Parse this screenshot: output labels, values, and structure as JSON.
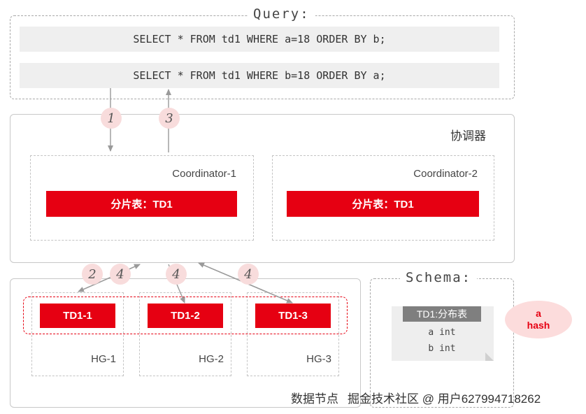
{
  "query": {
    "title": "Query:",
    "sql_1": "SELECT * FROM td1 WHERE a=18 ORDER BY b;",
    "sql_2": "SELECT * FROM td1 WHERE b=18 ORDER BY a;"
  },
  "coordinators": {
    "region_label": "协调器",
    "items": [
      {
        "name": "Coordinator-1",
        "table": "分片表：TD1"
      },
      {
        "name": "Coordinator-2",
        "table": "分片表：TD1"
      }
    ]
  },
  "data_nodes": {
    "region_label": "数据节点",
    "shards": [
      {
        "shard": "TD1-1",
        "group": "HG-1"
      },
      {
        "shard": "TD1-2",
        "group": "HG-2"
      },
      {
        "shard": "TD1-3",
        "group": "HG-3"
      }
    ]
  },
  "steps": [
    "1",
    "3",
    "2",
    "4",
    "4",
    "4"
  ],
  "schema": {
    "title": "Schema:",
    "table_header": "TD1:分布表",
    "columns": [
      "a int",
      "b int"
    ],
    "distribution": {
      "column": "a",
      "method": "hash"
    }
  },
  "watermark": "掘金技术社区 @ 用户627994718262",
  "colors": {
    "accent": "#e60012",
    "step_badge": "#f8dcdc",
    "arrow": "#9a9a9a"
  }
}
